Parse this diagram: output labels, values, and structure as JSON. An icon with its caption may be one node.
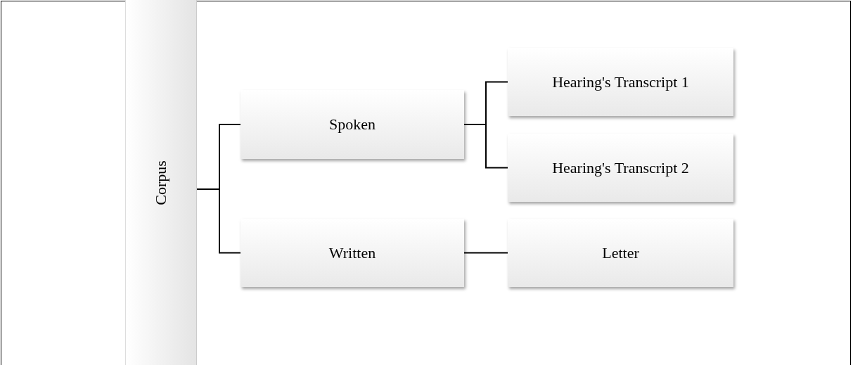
{
  "diagram": {
    "nodes": [
      {
        "text": [
          "Corpus"
        ]
      },
      {
        "text": [
          "Spoken"
        ]
      },
      {
        "text": [
          "Written"
        ]
      },
      {
        "text": [
          "Hearing's Transcript 1"
        ]
      },
      {
        "text": [
          "Hearing's Transcript 2"
        ]
      },
      {
        "text": [
          "Letter"
        ]
      }
    ],
    "edges": [
      {
        "from": 0,
        "to": 1,
        "arrow": "none"
      },
      {
        "from": 0,
        "to": 2,
        "arrow": "none"
      },
      {
        "from": 1,
        "to": 3,
        "arrow": "none"
      },
      {
        "from": 1,
        "to": 4,
        "arrow": "none"
      },
      {
        "from": 2,
        "to": 5,
        "arrow": "none"
      }
    ]
  }
}
